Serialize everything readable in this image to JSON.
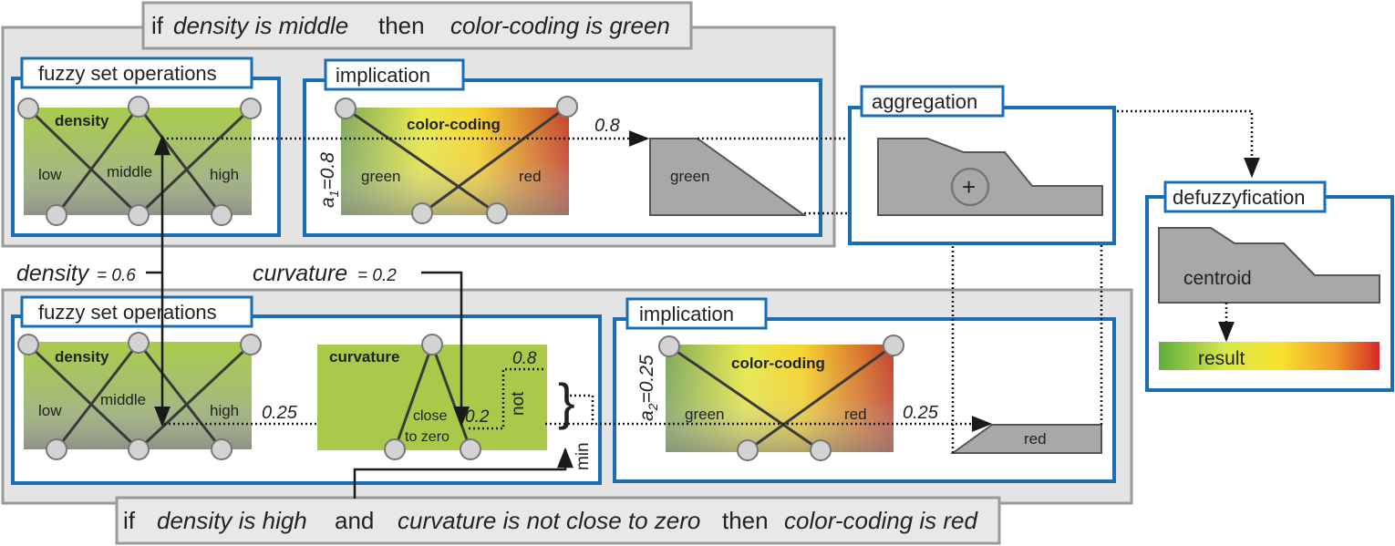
{
  "rule1": {
    "parts": [
      "if",
      "density is middle",
      "then",
      "color-coding is green"
    ],
    "fuzzy_title": "fuzzy set operations",
    "implication_title": "implication",
    "density_heading": "density",
    "density_sets": [
      "low",
      "middle",
      "high"
    ],
    "colorcoding_heading": "color-coding",
    "output_sets": [
      "green",
      "red"
    ],
    "a_label": "a",
    "a_sub": "1",
    "a_value": "=0.8",
    "arrow_value": "0.8",
    "result_shape_label": "green"
  },
  "inputs": {
    "density_name": "density",
    "density_value": "= 0.6",
    "curvature_name": "curvature",
    "curvature_value": "= 0.2"
  },
  "rule2": {
    "parts": [
      "if",
      "density is high",
      "and",
      "curvature is not close to zero",
      "then",
      "color-coding is red"
    ],
    "fuzzy_title": "fuzzy set operations",
    "implication_title": "implication",
    "density_heading": "density",
    "density_sets": [
      "low",
      "middle",
      "high"
    ],
    "density_result": "0.25",
    "curvature_heading": "curvature",
    "curvature_set_line1": "close",
    "curvature_set_line2": "to zero",
    "curvature_value": "0.2",
    "not_value": "0.8",
    "not_label": "not",
    "min_label": "min",
    "colorcoding_heading": "color-coding",
    "output_sets": [
      "green",
      "red"
    ],
    "a_label": "a",
    "a_sub": "2",
    "a_value": "=0.25",
    "arrow_value": "0.25",
    "result_shape_label": "red"
  },
  "aggregation": {
    "title": "aggregation",
    "symbol": "+"
  },
  "defuzzification": {
    "title": "defuzzyfication",
    "centroid_label": "centroid",
    "result_label": "result"
  },
  "colors": {
    "panel_blue": "#1a6eb5",
    "panel_gray": "#e4e4e4",
    "shape_gray": "#a8a8a8",
    "density_green": "#a6c55a",
    "curvature_green": "#a9c94a"
  }
}
